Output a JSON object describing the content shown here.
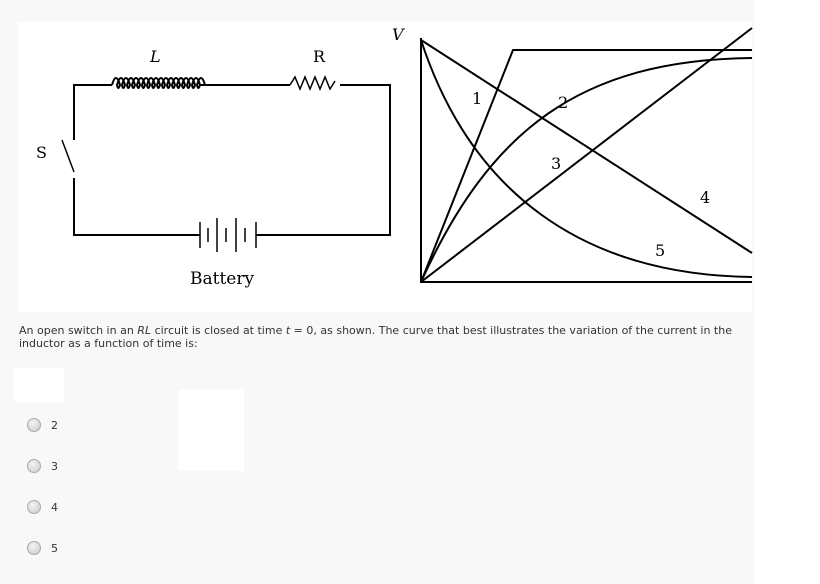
{
  "figure": {
    "inductor_label": "L",
    "resistor_label": "R",
    "switch_label": "S",
    "battery_label": "Battery",
    "axis_label": "V",
    "curve_labels": [
      "1",
      "2",
      "3",
      "4",
      "5"
    ]
  },
  "question": {
    "text_before": "An open switch in an ",
    "rl": "RL",
    "text_mid": " circuit is closed at time ",
    "t": "t",
    "text_after": " = 0, as shown.  The curve that best illustrates the variation of the current in the inductor as a function of time is:"
  },
  "options": [
    {
      "label": "2"
    },
    {
      "label": "3"
    },
    {
      "label": "4"
    },
    {
      "label": "5"
    }
  ]
}
